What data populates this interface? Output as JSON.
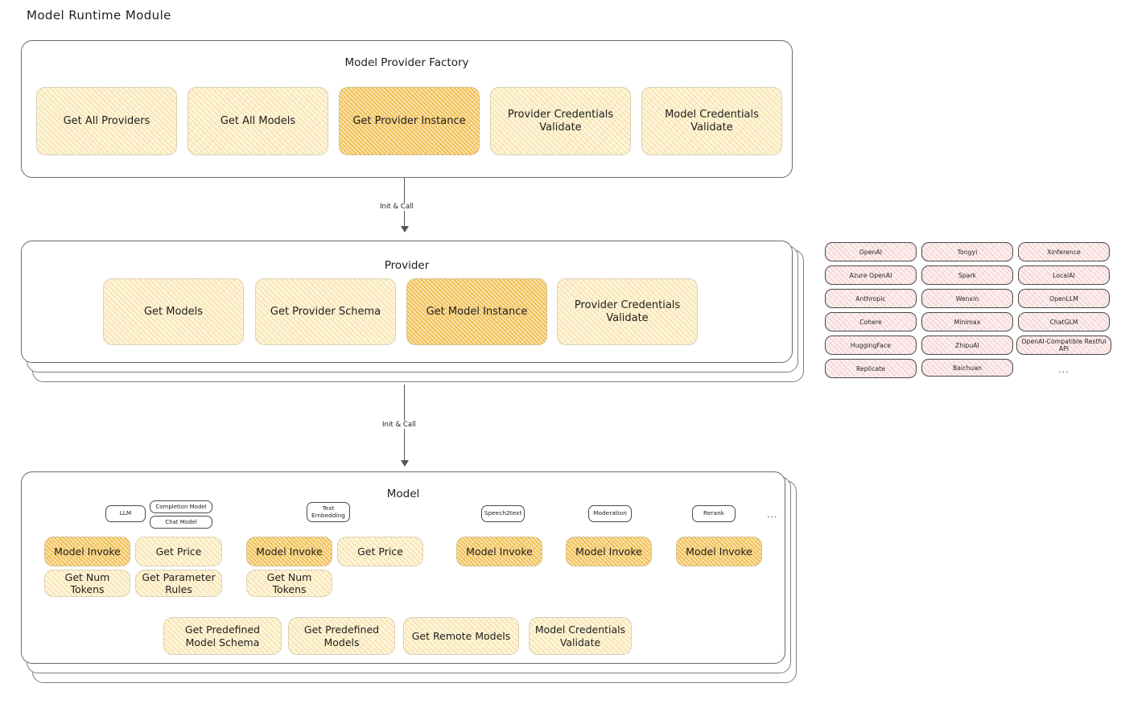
{
  "page": {
    "title": "Model Runtime Module"
  },
  "connectors": [
    {
      "label": "Init & Call"
    },
    {
      "label": "Init & Call"
    }
  ],
  "factory": {
    "title": "Model Provider Factory",
    "boxes": [
      {
        "label": "Get All Providers",
        "highlight": false
      },
      {
        "label": "Get All Models",
        "highlight": false
      },
      {
        "label": "Get Provider Instance",
        "highlight": true
      },
      {
        "label": "Provider Credentials Validate",
        "highlight": false
      },
      {
        "label": "Model Credentials Validate",
        "highlight": false
      }
    ]
  },
  "provider": {
    "title": "Provider",
    "boxes": [
      {
        "label": "Get Models",
        "highlight": false
      },
      {
        "label": "Get Provider Schema",
        "highlight": false
      },
      {
        "label": "Get Model Instance",
        "highlight": true
      },
      {
        "label": "Provider Credentials Validate",
        "highlight": false
      }
    ]
  },
  "provider_list": {
    "columns": [
      {
        "items": [
          "OpenAI",
          "Azure OpenAI",
          "Anthropic",
          "Cohere",
          "HuggingFace",
          "Replicate"
        ]
      },
      {
        "items": [
          "Tongyi",
          "Spark",
          "Wenxin",
          "Minimax",
          "ZhipuAI",
          "Baichuan"
        ]
      },
      {
        "items": [
          "Xinference",
          "LocalAI",
          "OpenLLM",
          "ChatGLM",
          "OpenAI-Compatible Restful API"
        ]
      }
    ],
    "more": "..."
  },
  "model": {
    "title": "Model",
    "more": "...",
    "types": [
      {
        "badge": "LLM",
        "badge_style": "blue",
        "sub_badges": [
          "Completion Model",
          "Chat Model"
        ],
        "methods": [
          {
            "label": "Model Invoke",
            "highlight": true
          },
          {
            "label": "Get Price",
            "highlight": false
          },
          {
            "label": "Get Num Tokens",
            "highlight": false
          },
          {
            "label": "Get Parameter Rules",
            "highlight": false
          }
        ]
      },
      {
        "badge": "Text Embedding",
        "badge_style": "blue",
        "sub_badges": [],
        "methods": [
          {
            "label": "Model Invoke",
            "highlight": true
          },
          {
            "label": "Get Price",
            "highlight": false
          },
          {
            "label": "Get Num Tokens",
            "highlight": false
          }
        ]
      },
      {
        "badge": "Speech2text",
        "badge_style": "blue",
        "sub_badges": [],
        "methods": [
          {
            "label": "Model Invoke",
            "highlight": true
          }
        ]
      },
      {
        "badge": "Moderation",
        "badge_style": "white",
        "sub_badges": [],
        "methods": [
          {
            "label": "Model Invoke",
            "highlight": true
          }
        ]
      },
      {
        "badge": "Rerank",
        "badge_style": "blue",
        "sub_badges": [],
        "methods": [
          {
            "label": "Model Invoke",
            "highlight": true
          }
        ]
      }
    ],
    "shared_methods": [
      {
        "label": "Get Predefined Model Schema"
      },
      {
        "label": "Get Predefined Models"
      },
      {
        "label": "Get Remote Models"
      },
      {
        "label": "Model Credentials Validate"
      }
    ]
  },
  "colors": {
    "highlight_fill": "#fbe3b0",
    "normal_fill": "#fdf5de",
    "provider_chip_fill": "#fdf0f0",
    "badge_blue_fill": "#e7f0f8",
    "panel_border": "#6a6a6a"
  }
}
